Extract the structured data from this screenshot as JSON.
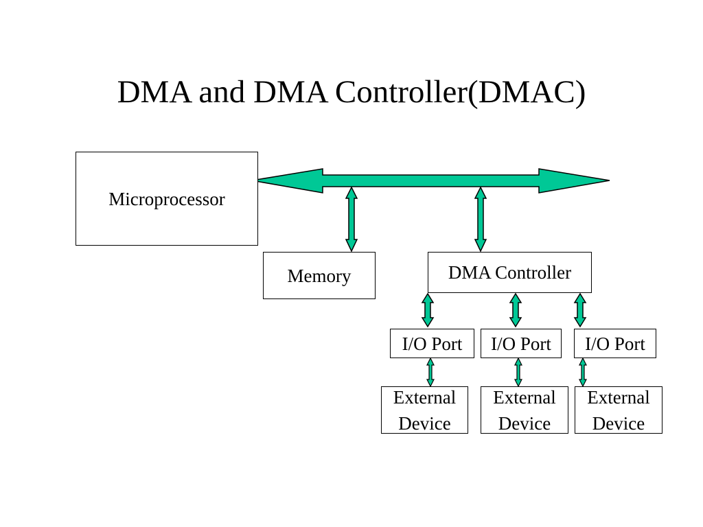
{
  "slide": {
    "title": "DMA and DMA Controller(DMAC)"
  },
  "colors": {
    "arrow_fill": "#00c896",
    "stroke": "#000000"
  },
  "blocks": {
    "microprocessor": "Microprocessor",
    "memory": "Memory",
    "dma_controller": "DMA Controller",
    "io_ports": [
      "I/O Port",
      "I/O Port",
      "I/O Port"
    ],
    "external_devices": [
      {
        "line1": "External",
        "line2": "Device"
      },
      {
        "line1": "External",
        "line2": "Device"
      },
      {
        "line1": "External",
        "line2": "Device"
      }
    ]
  }
}
